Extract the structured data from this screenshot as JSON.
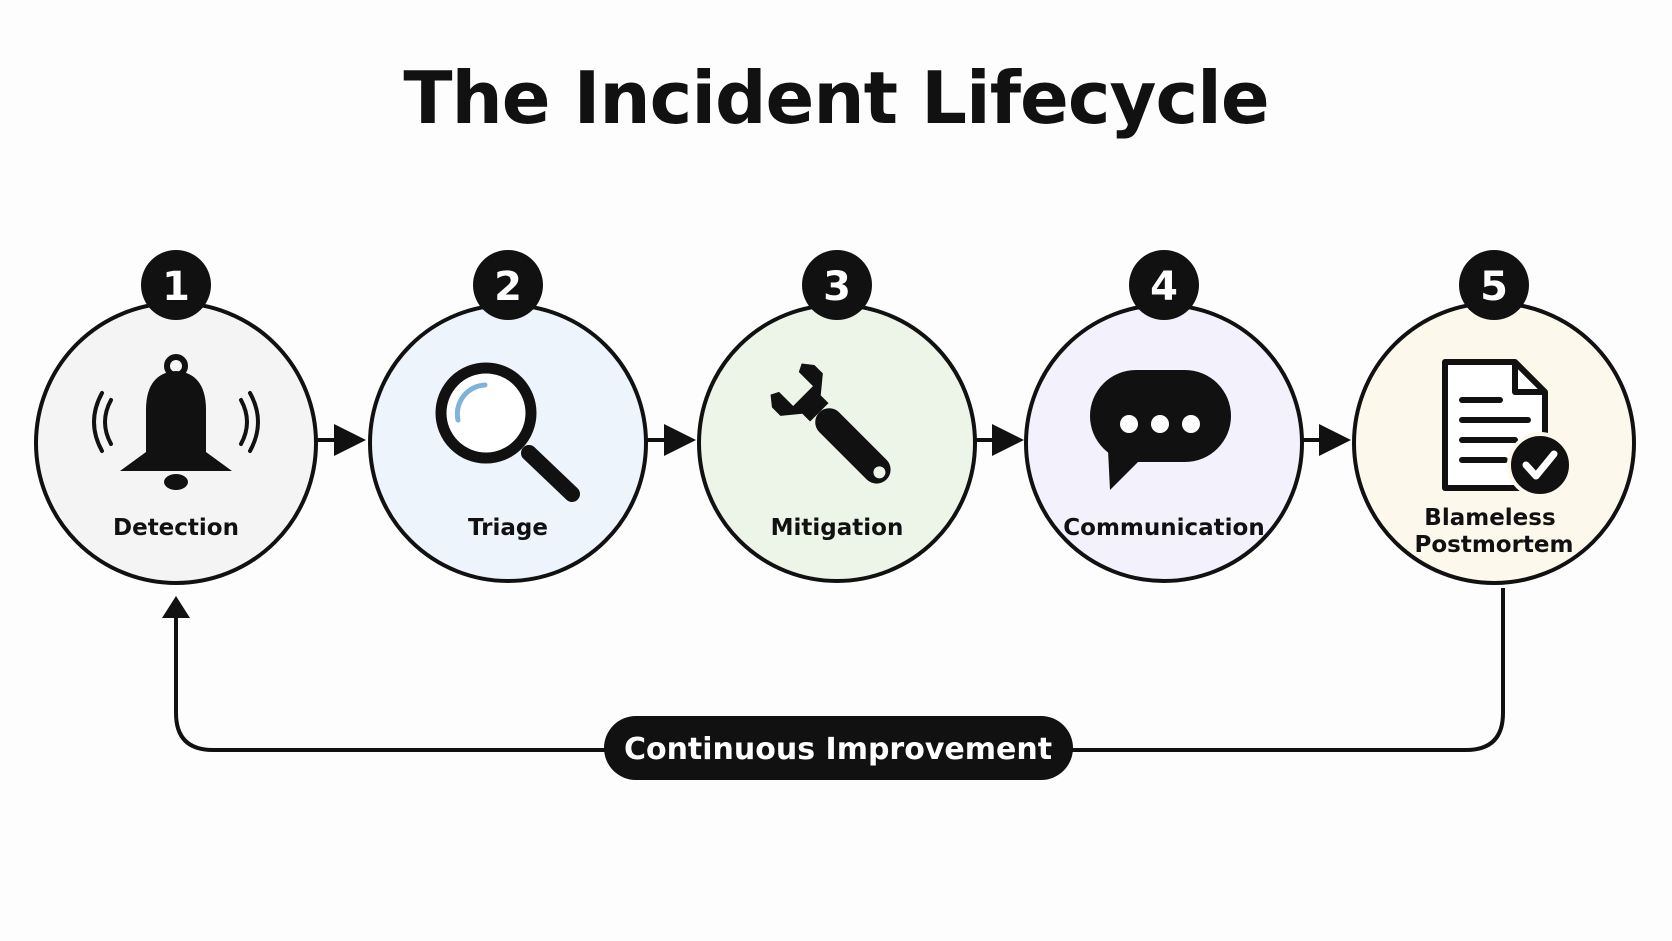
{
  "title": "The Incident Lifecycle",
  "stages": [
    {
      "number": "1",
      "label": "Detection",
      "icon": "bell-icon",
      "fill": "#f4f4f4"
    },
    {
      "number": "2",
      "label": "Triage",
      "icon": "magnifier-icon",
      "fill": "#eef4fc"
    },
    {
      "number": "3",
      "label": "Mitigation",
      "icon": "wrench-icon",
      "fill": "#edf5e9"
    },
    {
      "number": "4",
      "label": "Communication",
      "icon": "chat-bubble-icon",
      "fill": "#f3f1fb"
    },
    {
      "number": "5",
      "label_lines": [
        "Blameless",
        "Postmortem"
      ],
      "icon": "document-check-icon",
      "fill": "#fcf9ec"
    }
  ],
  "loop_label": "Continuous Improvement",
  "colors": {
    "ink": "#111111",
    "background": "#fdfdfd",
    "magnifier_glint": "#7fb3d9"
  }
}
